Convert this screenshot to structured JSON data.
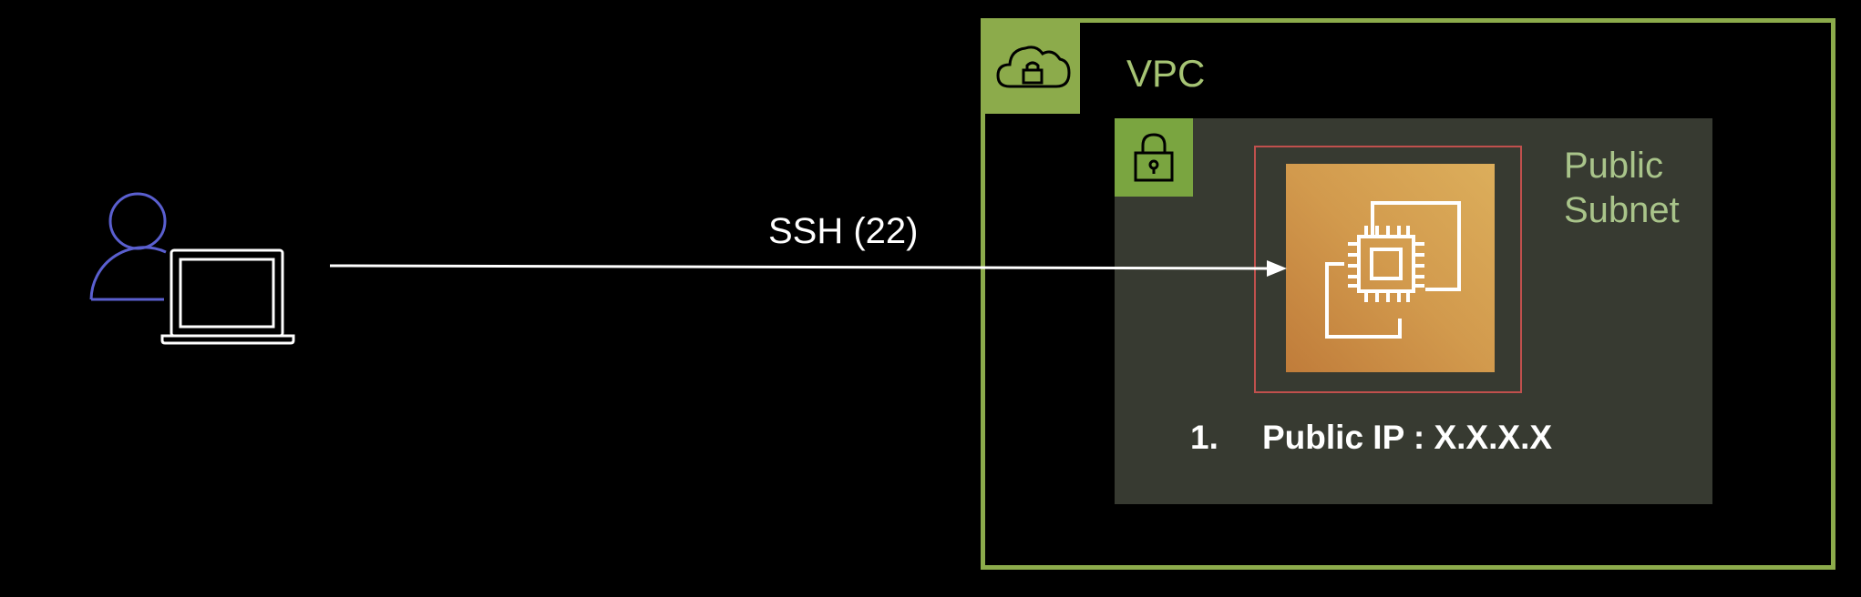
{
  "connection": {
    "label": "SSH (22)"
  },
  "vpc": {
    "label": "VPC",
    "icon": "cloud-lock-icon"
  },
  "subnet": {
    "label_line1": "Public",
    "label_line2": "Subnet",
    "icon": "lock-icon"
  },
  "instance": {
    "icon": "ec2-instance-icon",
    "list_number": "1.",
    "ip_text": "Public IP : X.X.X.X"
  },
  "user": {
    "icons": [
      "user-icon",
      "laptop-icon"
    ]
  },
  "colors": {
    "vpc_border": "#8cab4b",
    "vpc_label": "#a6c474",
    "subnet_fill": "#373a31",
    "subnet_icon": "#7aa540",
    "ec2_border": "#c0504d",
    "ec2_orange": "#d29a4d",
    "user_blue": "#5a5fcf"
  }
}
